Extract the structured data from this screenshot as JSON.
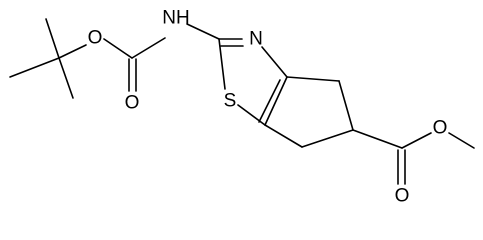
{
  "molecule": {
    "atom_labels": {
      "boc_ether_oxygen": "O",
      "boc_carbonyl_oxygen": "O",
      "carbamate_nitrogen": "NH",
      "thiazole_nitrogen": "N",
      "thiazole_sulfur": "S",
      "ester_carbonyl_oxygen": "O",
      "ester_ether_oxygen": "O"
    },
    "colors": {
      "bond": "#000000",
      "label": "#000000",
      "background": "#ffffff"
    }
  }
}
